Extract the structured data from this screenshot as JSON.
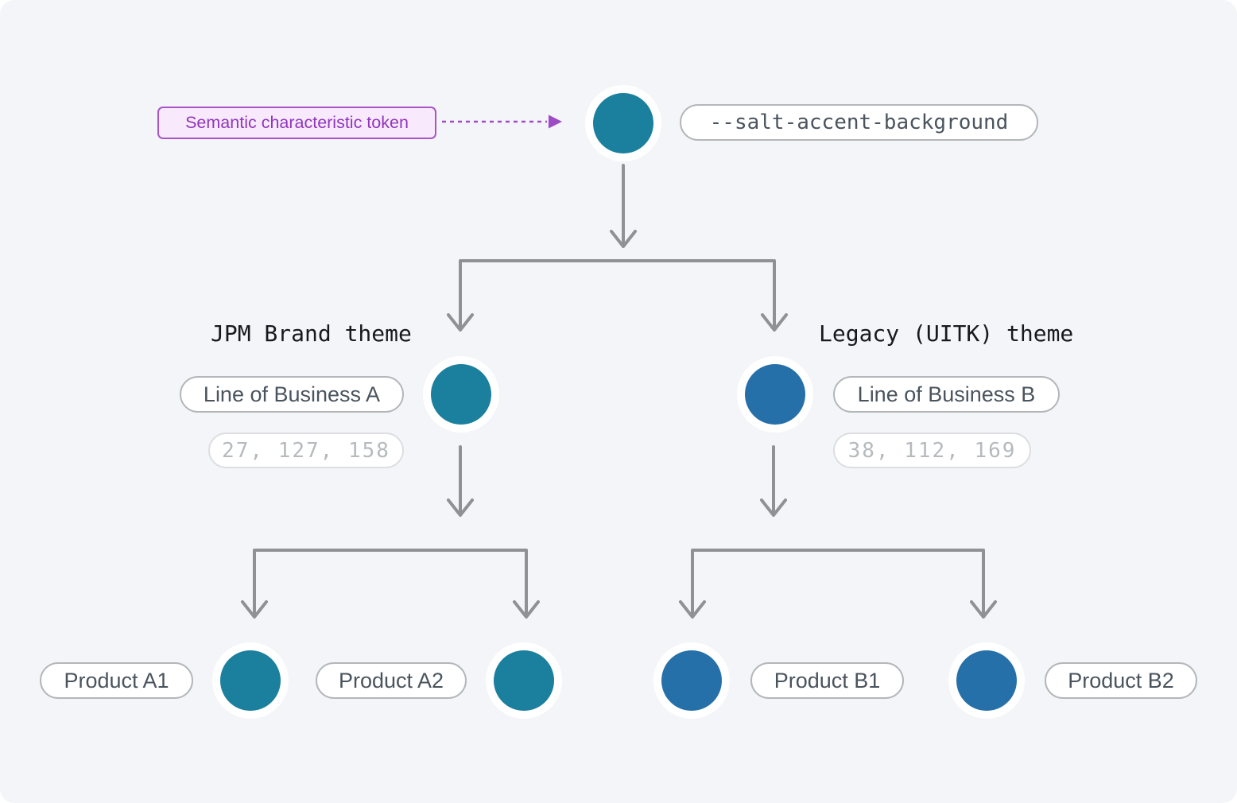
{
  "colors": {
    "canvas-bg": "#f4f5f8",
    "accent-teal": "#1b7f9e",
    "accent-blue": "#2670a9",
    "arrow": "#8f9194",
    "purple-arrow": "#9d4cc5",
    "purple-border": "#a855c8",
    "purple-bg": "#f8eafc",
    "purple-text": "#9136bb",
    "pill-border": "#b3b7ba",
    "pill-border-light": "#dcdee1",
    "pill-text": "#4a545e",
    "pill-text-light": "#b6babd",
    "text-dark": "#17191c",
    "node-ring": "#ffffff"
  },
  "annotation": {
    "label": "Semantic characteristic token"
  },
  "root": {
    "token": "--salt-accent-background",
    "color": "#1b7f9e"
  },
  "branches": [
    {
      "theme": "JPM Brand theme",
      "line_of_business": "Line of Business A",
      "rgb": "27, 127, 158",
      "color": "#1b7f9e",
      "products": [
        {
          "label": "Product A1"
        },
        {
          "label": "Product A2"
        }
      ]
    },
    {
      "theme": "Legacy (UITK) theme",
      "line_of_business": "Line of Business B",
      "rgb": "38, 112, 169",
      "color": "#2670a9",
      "products": [
        {
          "label": "Product B1"
        },
        {
          "label": "Product B2"
        }
      ]
    }
  ]
}
